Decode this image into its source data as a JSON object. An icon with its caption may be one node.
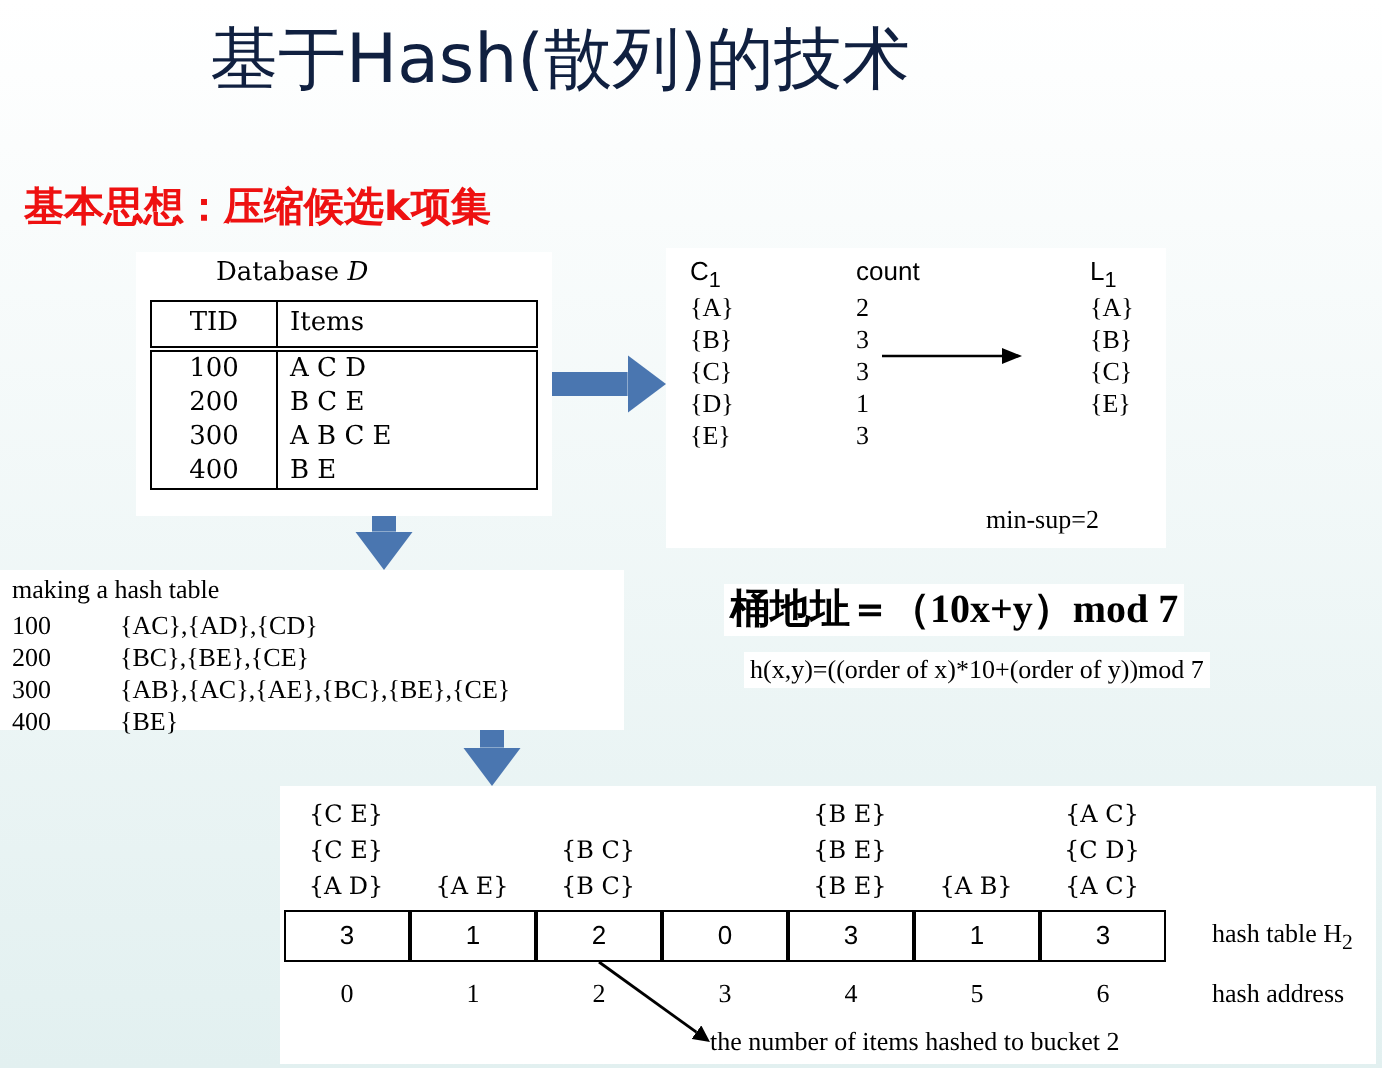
{
  "diagram": {
    "title": "基于Hash(散列)的技术",
    "nodes": [
      {
        "text": [
          "Database *D*"
        ]
      },
      {
        "text": [],
        "shape": "box"
      },
      {
        "text": [
          "making a hash table"
        ]
      },
      {
        "text": [],
        "shape": "box"
      },
      {
        "text": [
          "3"
        ],
        "in": 3
      },
      {
        "text": [
          "1"
        ],
        "in": 3
      },
      {
        "text": [
          "2"
        ],
        "in": 3
      },
      {
        "text": [
          "0"
        ],
        "in": 3
      },
      {
        "text": [
          "3"
        ],
        "in": 3
      },
      {
        "text": [
          "1"
        ],
        "in": 3
      },
      {
        "text": [
          "3"
        ],
        "in": 3
      },
      {
        "text": [
          "the number of items hashed to bucket 2"
        ],
        "in": 3
      }
    ],
    "edges": [
      {
        "from": 0,
        "to": 1,
        "arrow": "to"
      },
      {
        "from": 0,
        "to": 2,
        "arrow": "to"
      },
      {
        "from": 2,
        "to": 3,
        "arrow": "to"
      },
      {
        "from": 6,
        "to": 11,
        "arrow": "to",
        "color": "#000000"
      }
    ],
    "labels": [
      "基本思想：压缩候选k项集",
      "TID",
      "Items",
      "100",
      "A C D",
      "200",
      "B C E",
      "300",
      "A B C E",
      "400",
      "B E",
      "C$_{1}$",
      "count",
      "L$_{1}$",
      "{A}",
      "2",
      "{A}",
      "{B}",
      "3",
      "{B}",
      "{C}",
      "3",
      "{C}",
      "{D}",
      "1",
      "{E}",
      "{E}",
      "3",
      "min-sup=2",
      "桶地址＝（10x+y）mod 7",
      "h(x,y)=((order of x)*10+(order of y))mod 7",
      "100",
      "{AC},{AD},{CD}",
      "200",
      "{BC},{BE},{CE}",
      "300",
      "{AB},{AC},{AE},{BC},{BE},{CE}",
      "400",
      "{BE}",
      "{C E}",
      "{C E}",
      "{A D}",
      "{A E}",
      "{B C}",
      "{B C}",
      "{B E}",
      "{B E}",
      "{B E}",
      "{A B}",
      "{A C}",
      "{C D}",
      "{A C}",
      "hash table H$_{2}$",
      "0",
      "1",
      "2",
      "3",
      "4",
      "5",
      "6",
      "hash address"
    ]
  }
}
